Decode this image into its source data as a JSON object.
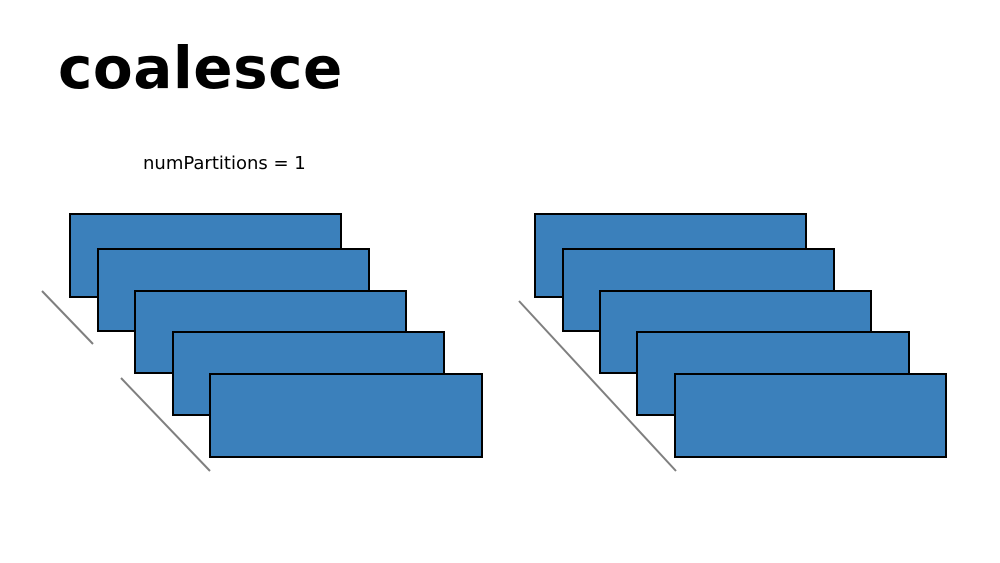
{
  "slide": {
    "title": "coalesce"
  },
  "left_group": {
    "label": "numPartitions = 1",
    "partition_count": 5
  },
  "right_group": {
    "partition_count": 5
  },
  "colors": {
    "partition_fill": "#3b80bb",
    "partition_stroke": "#000000",
    "divider_line": "#7f7f7f",
    "background": "#ffffff",
    "text": "#000000"
  }
}
